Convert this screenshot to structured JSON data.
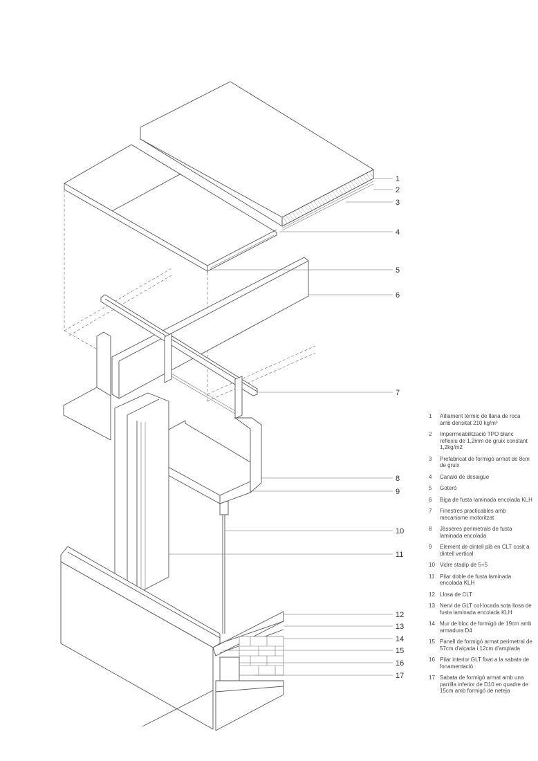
{
  "callouts": [
    "1",
    "2",
    "3",
    "4",
    "5",
    "6",
    "7",
    "8",
    "9",
    "10",
    "11",
    "12",
    "13",
    "14",
    "15",
    "16",
    "17"
  ],
  "legend": [
    {
      "num": "1",
      "text": "Aïllament tèrmic de llana de roca amb densitat 210 kg/m³"
    },
    {
      "num": "2",
      "text": "Impermeabilització TPO blanc reflexiu de 1,2mm de gruix constant 1,2kg/m2"
    },
    {
      "num": "3",
      "text": "Prefabricat de formigó armat de 8cm de gruix"
    },
    {
      "num": "4",
      "text": "Canaló de desaigüe"
    },
    {
      "num": "5",
      "text": "Goteró"
    },
    {
      "num": "6",
      "text": "Biga de fusta laminada encolada KLH"
    },
    {
      "num": "7",
      "text": "Finestres practicables amb mecanisme motoritzat"
    },
    {
      "num": "8",
      "text": "Jàsseres perimetrals de fusta laminada encolada"
    },
    {
      "num": "9",
      "text": "Element de dintell plà en CLT cosit a dintell vertical"
    },
    {
      "num": "10",
      "text": "Vidre stadip de 5+5"
    },
    {
      "num": "11",
      "text": "Pilar doble de fusta laminada encolada KLH"
    },
    {
      "num": "12",
      "text": "Llosa de CLT"
    },
    {
      "num": "13",
      "text": "Nervi de GLT col·locada sota llosa de fusta laminada encolada KLH"
    },
    {
      "num": "14",
      "text": "Mur de bloc de formigó de 19cm amb armadura D4"
    },
    {
      "num": "15",
      "text": "Panell de formigó armat perimetral de 57cm d'alçada i 12cm d'amplada"
    },
    {
      "num": "16",
      "text": "Pilar interior GLT fixat a la sabata de fonamentació"
    },
    {
      "num": "17",
      "text": "Sabata de formigó armat amb una parrilla inferior de D10 en quadre de 15cm amb formigó de neteja"
    }
  ]
}
